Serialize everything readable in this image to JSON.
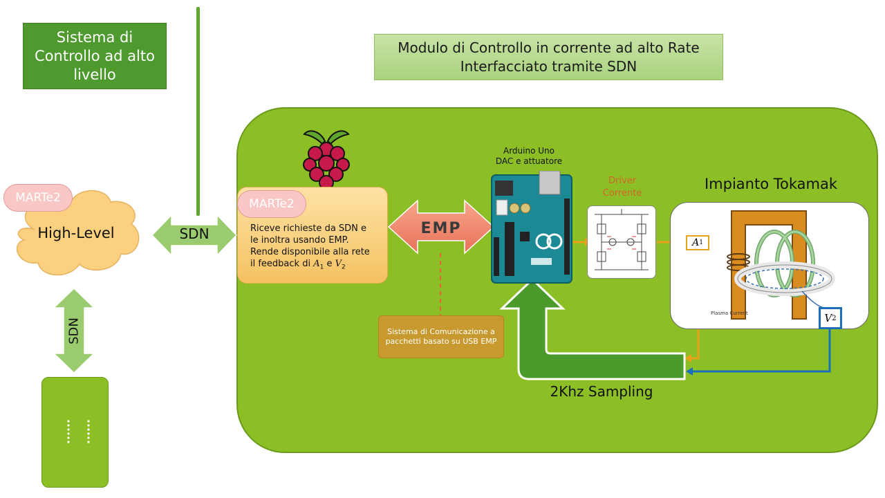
{
  "top_left_title": "Sistema di Controllo ad alto livello",
  "top_title_line1": "Modulo di Controllo in corrente ad alto Rate",
  "top_title_line2": "Interfacciato tramite SDN",
  "cloud": {
    "badge": "MARTe2",
    "label": "High-Level"
  },
  "sdn_horizontal": "SDN",
  "sdn_vertical": "SDN",
  "rpi": {
    "badge": "MARTe2",
    "text_line1": "Riceve richieste da SDN e",
    "text_line2": "le inoltra usando EMP.",
    "text_line3": "Rende disponibile alla rete",
    "text_prefix": "il feedback di",
    "var_a": "A",
    "var_a_sub": "1",
    "conj": "e",
    "var_v": "V",
    "var_v_sub": "2"
  },
  "emp_arrow": "EMP",
  "emp_note": "Sistema di Comunicazione a pacchetti basato su USB EMP",
  "arduino": {
    "line1": "Arduino Uno",
    "line2": "DAC e attuatore"
  },
  "driver": {
    "line1": "Driver",
    "line2": "Corrente"
  },
  "tokamak_title": "Impianto Tokamak",
  "a1": {
    "letter": "A",
    "sub": "1"
  },
  "v2": {
    "letter": "V",
    "sub": "2"
  },
  "sampling": "2Khz Sampling",
  "plasma_label": "Plasma Current",
  "colors": {
    "panel_green": "#8cbf26",
    "dark_green": "#4f9a2e",
    "sampling_arrow": "#4a9a2c",
    "feedback_orange": "#e8a21a",
    "feedback_blue": "#1a6fb8",
    "emp_arrow": "#ef8a6c"
  }
}
